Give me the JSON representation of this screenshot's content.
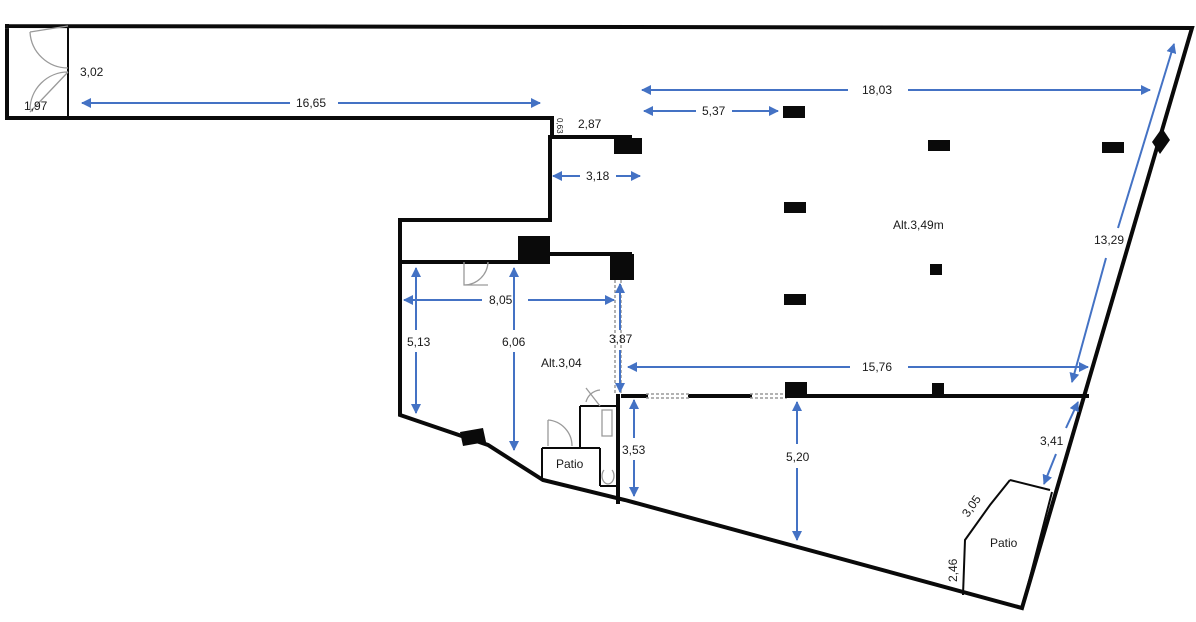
{
  "plan": {
    "accent_color": "#4472c4",
    "wall_color": "#0a0a0a",
    "dimensions": {
      "corridor_height": "3,02",
      "corridor_end": "1,97",
      "corridor_length": "16,65",
      "small_gap": "0,63",
      "stub_width": "2,87",
      "top_width": "18,03",
      "col_spacing": "5,37",
      "left_step": "3,18",
      "right_diagonal": "13,29",
      "left_room_width": "8,05",
      "left_wall_height": "5,13",
      "left_room_depth": "6,06",
      "opening": "3,87",
      "bottom_hall_width": "15,76",
      "lower_left": "3,53",
      "lower_room_depth": "5,20",
      "lower_right": "3,41",
      "patio_side": "3,05",
      "patio_bottom": "2,46"
    },
    "rooms": {
      "main_height": "Alt.3,49m",
      "left_height": "Alt.3,04",
      "patio_left": "Patio",
      "patio_right": "Patio"
    }
  }
}
